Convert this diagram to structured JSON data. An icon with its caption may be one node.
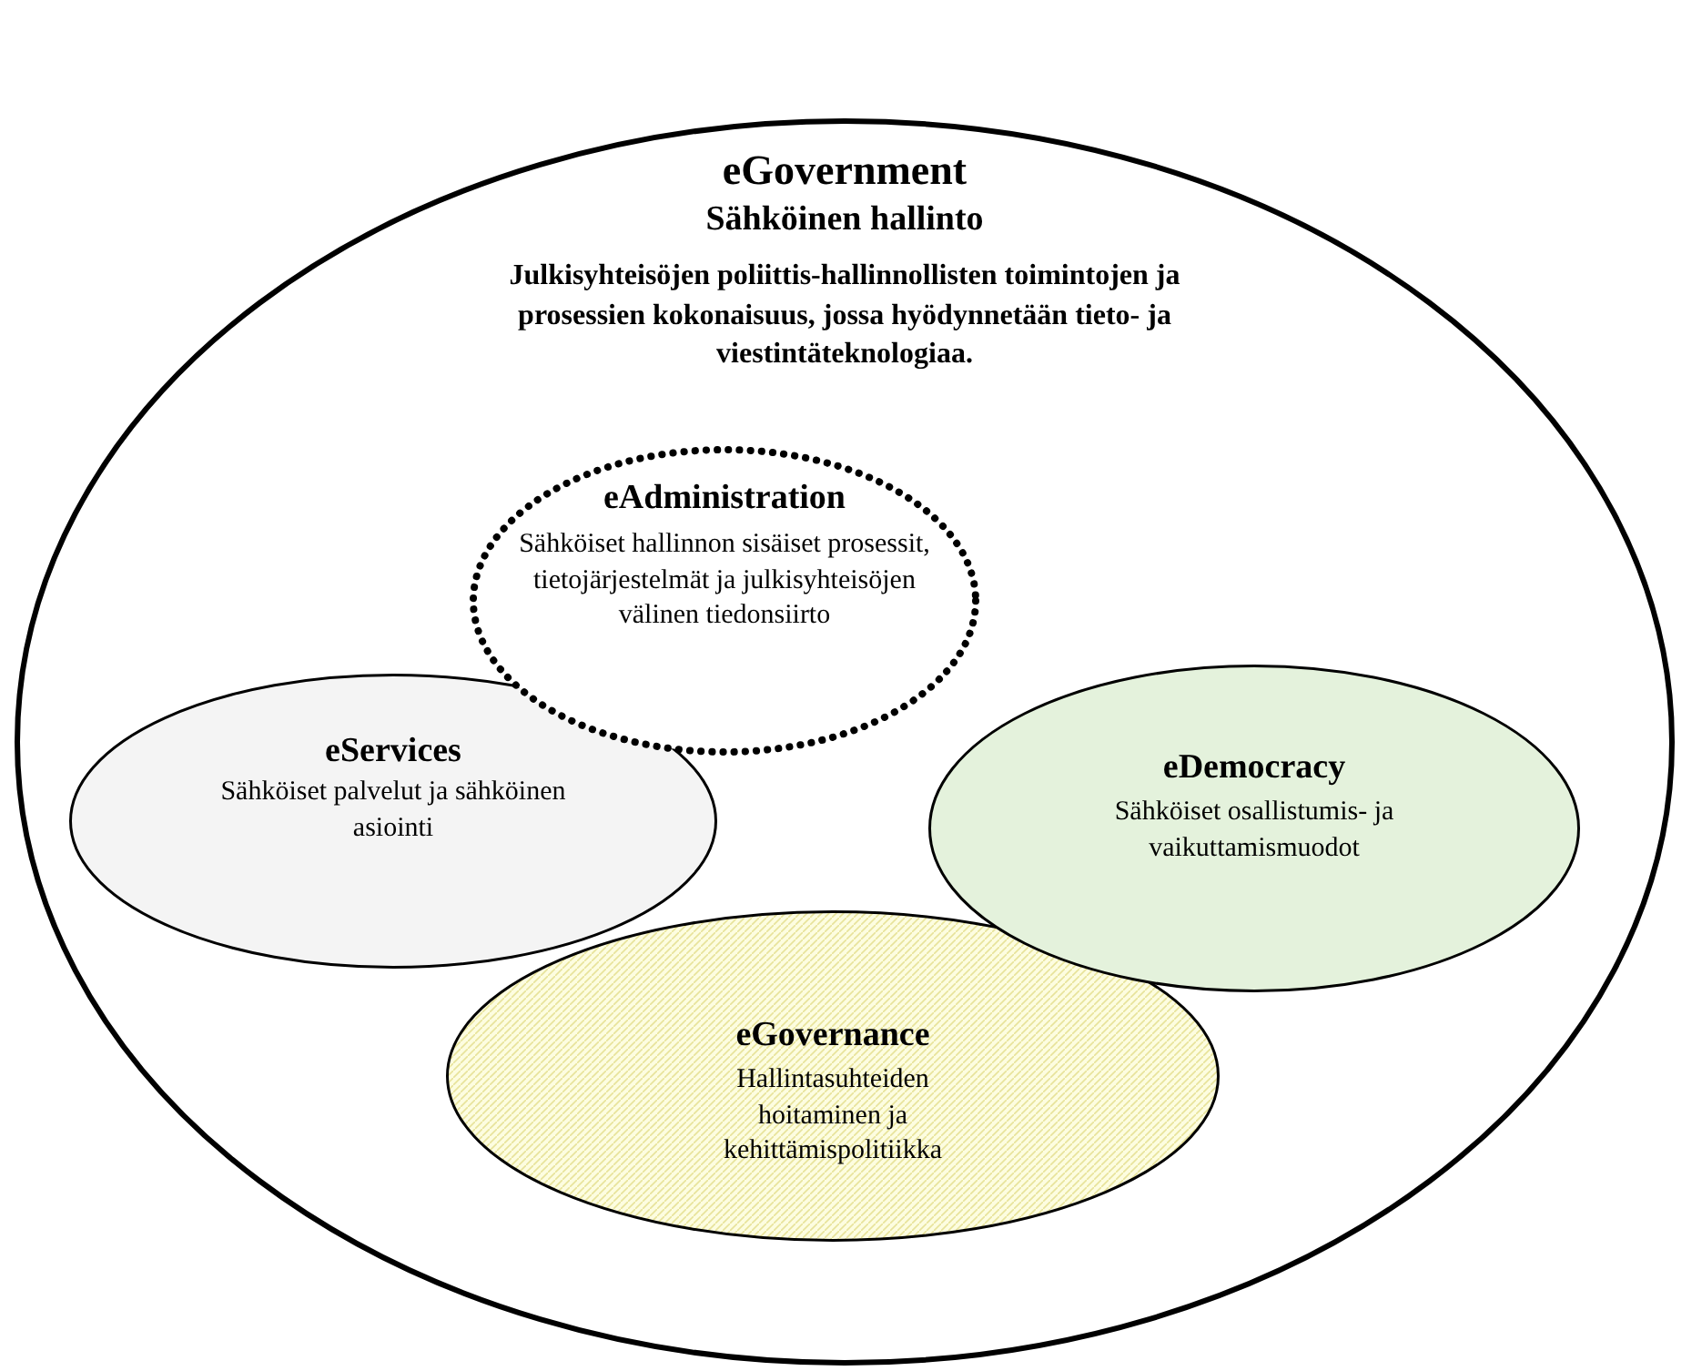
{
  "diagram": {
    "nodes": [
      {
        "text": [
          "eGovernment",
          "Sähköinen hallinto",
          "Julkisyhteisöjen poliittis-hallinnollisten toimintojen ja prosessien kokonaisuus, jossa hyödynnetään tieto- ja viestintäteknologiaa."
        ]
      },
      {
        "text": [
          "eAdministration",
          "Sähköiset hallinnon sisäiset prosessit, tietojärjestelmät ja julkisyhteisöjen välinen tiedonsiirto"
        ],
        "in": 0
      },
      {
        "text": [
          "eServices",
          "Sähköiset palvelut ja sähköinen asiointi"
        ],
        "in": 0
      },
      {
        "text": [
          "eDemocracy",
          "Sähköiset osallistumis- ja vaikuttamismuodot"
        ],
        "in": 0
      },
      {
        "text": [
          "eGovernance",
          "Hallintasuhteiden hoitaminen ja kehittämispolitiikka"
        ],
        "in": 0
      }
    ]
  }
}
